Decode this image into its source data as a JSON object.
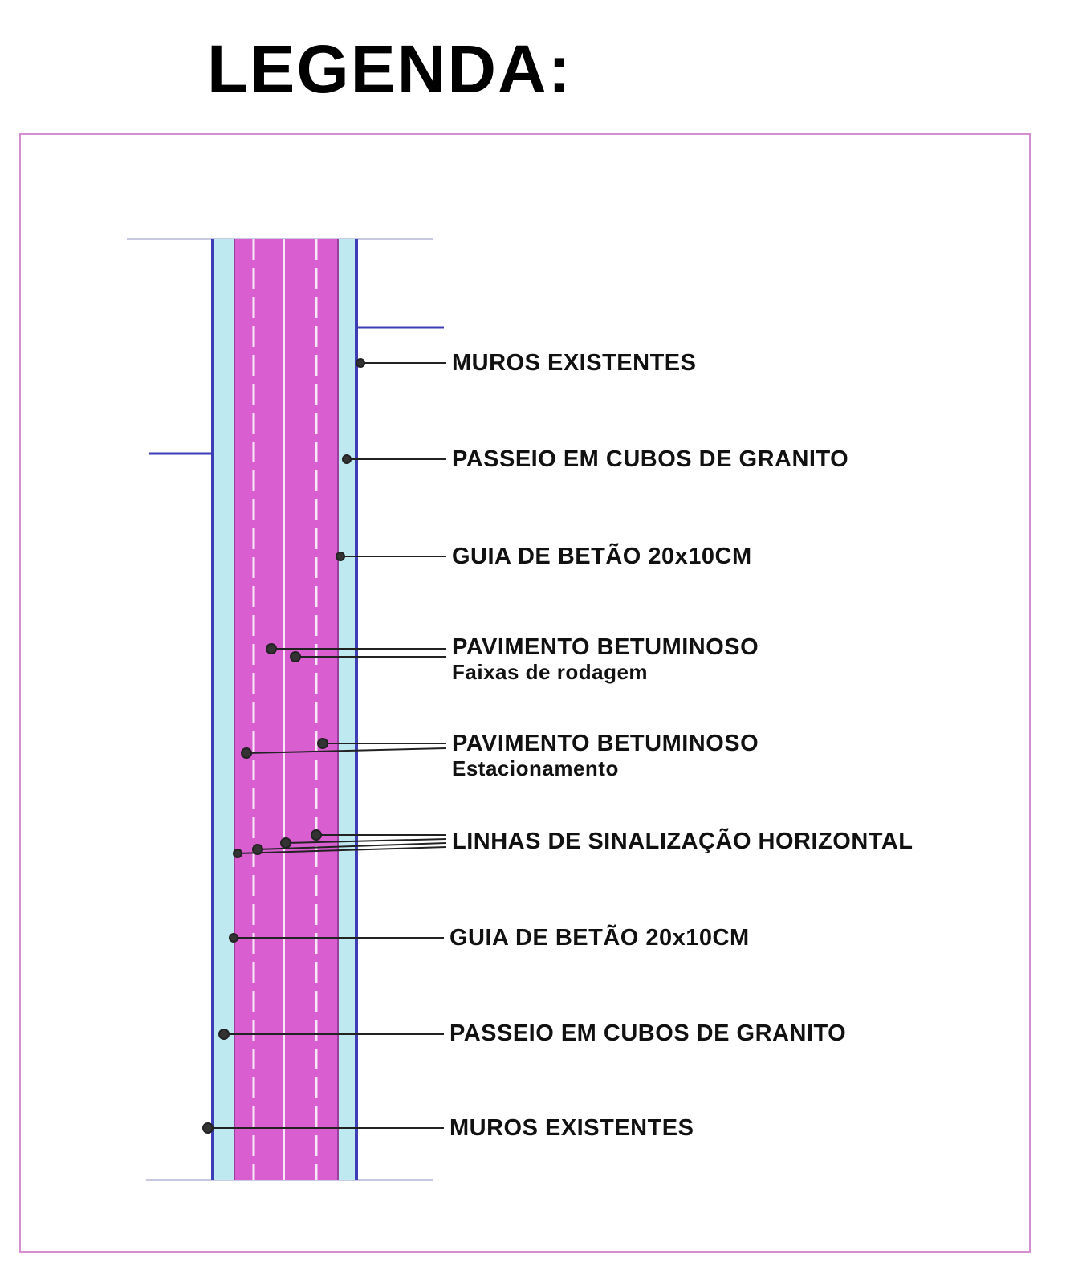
{
  "title": "LEGENDA:",
  "colors": {
    "frame": "#d58fd0",
    "wall": "#3d3db8",
    "sidewalk": "#bfe9f0",
    "pavement": "#d95ed0",
    "lane_line": "#f6e8f6",
    "leader": "#222222"
  },
  "legend": {
    "items": [
      {
        "label": "MUROS EXISTENTES",
        "sub": ""
      },
      {
        "label": "PASSEIO EM CUBOS DE GRANITO",
        "sub": ""
      },
      {
        "label": "GUIA DE BETÃO 20x10CM",
        "sub": ""
      },
      {
        "label": "PAVIMENTO BETUMINOSO",
        "sub": "Faixas de rodagem"
      },
      {
        "label": "PAVIMENTO BETUMINOSO",
        "sub": "Estacionamento"
      },
      {
        "label": "LINHAS DE SINALIZAÇÃO HORIZONTAL",
        "sub": ""
      },
      {
        "label": "GUIA DE BETÃO 20x10CM",
        "sub": ""
      },
      {
        "label": "PASSEIO EM CUBOS DE GRANITO",
        "sub": ""
      },
      {
        "label": "MUROS EXISTENTES",
        "sub": ""
      }
    ]
  }
}
